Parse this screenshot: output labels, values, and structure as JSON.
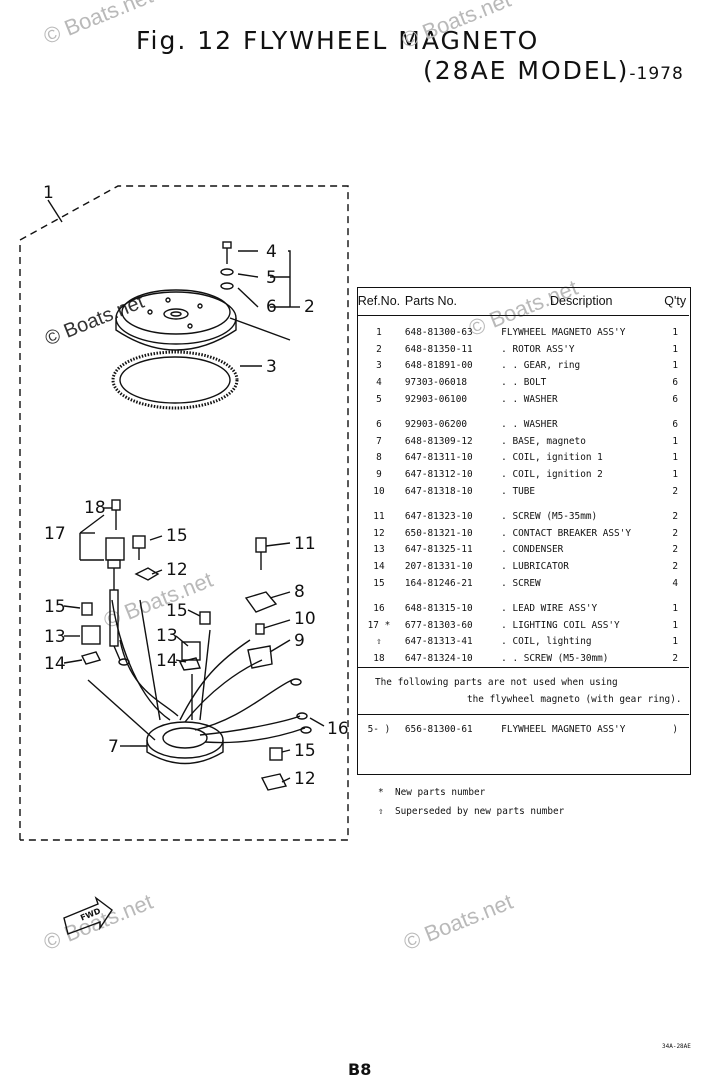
{
  "title": {
    "line1": "Fig. 12  FLYWHEEL  MAGNETO",
    "line2": "(28AE  MODEL)",
    "year": "-1978"
  },
  "watermarks": [
    "© Boats.net",
    "© Boats.net",
    "© Boats.net",
    "© Boats.net",
    "© Boats.net",
    "© Boats.net",
    "© Boats.net"
  ],
  "callouts": {
    "c1": "1",
    "c2": "2",
    "c3": "3",
    "c4": "4",
    "c5": "5",
    "c6": "6",
    "c7": "7",
    "c8": "8",
    "c9": "9",
    "c10": "10",
    "c11": "11",
    "c12a": "12",
    "c12b": "12",
    "c13": "13",
    "c14a": "14",
    "c14b": "14",
    "c15a": "15",
    "c15b": "15",
    "c15c": "15",
    "c13b": "13",
    "c16": "16",
    "c17": "17",
    "c18": "18"
  },
  "fwd_label": "FWD",
  "table": {
    "headers": {
      "ref": "Ref.No.",
      "part": "Parts  No.",
      "desc": "Description",
      "qty": "Q'ty"
    },
    "rows": [
      {
        "ref": "1",
        "part": "648-81300-63",
        "desc": "FLYWHEEL MAGNETO ASS'Y",
        "qty": "1"
      },
      {
        "ref": "2",
        "part": "648-81350-11",
        "desc": ". ROTOR ASS'Y",
        "qty": "1"
      },
      {
        "ref": "3",
        "part": "648-81891-00",
        "desc": ". . GEAR, ring",
        "qty": "1"
      },
      {
        "ref": "4",
        "part": "97303-06018",
        "desc": ". . BOLT",
        "qty": "6"
      },
      {
        "ref": "5",
        "part": "92903-06100",
        "desc": ". . WASHER",
        "qty": "6"
      },
      {
        "ref": "6",
        "part": "92903-06200",
        "desc": ". . WASHER",
        "qty": "6"
      },
      {
        "ref": "7",
        "part": "648-81309-12",
        "desc": ". BASE, magneto",
        "qty": "1"
      },
      {
        "ref": "8",
        "part": "647-81311-10",
        "desc": ". COIL, ignition 1",
        "qty": "1"
      },
      {
        "ref": "9",
        "part": "647-81312-10",
        "desc": ". COIL, ignition 2",
        "qty": "1"
      },
      {
        "ref": "10",
        "part": "647-81318-10",
        "desc": ". TUBE",
        "qty": "2"
      },
      {
        "ref": "11",
        "part": "647-81323-10",
        "desc": ". SCREW (M5-35mm)",
        "qty": "2"
      },
      {
        "ref": "12",
        "part": "650-81321-10",
        "desc": ". CONTACT BREAKER ASS'Y",
        "qty": "2"
      },
      {
        "ref": "13",
        "part": "647-81325-11",
        "desc": ". CONDENSER",
        "qty": "2"
      },
      {
        "ref": "14",
        "part": "207-81331-10",
        "desc": ". LUBRICATOR",
        "qty": "2"
      },
      {
        "ref": "15",
        "part": "164-81246-21",
        "desc": ". SCREW",
        "qty": "4"
      },
      {
        "ref": "16",
        "part": "648-81315-10",
        "desc": ". LEAD WIRE ASS'Y",
        "qty": "1"
      },
      {
        "ref": "17 *",
        "part": "677-81303-60",
        "desc": ". LIGHTING COIL ASS'Y",
        "qty": "1"
      },
      {
        "ref": "⇧",
        "part": "647-81313-41",
        "desc": ". COIL, lighting",
        "qty": "1"
      },
      {
        "ref": "18",
        "part": "647-81324-10",
        "desc": ". . SCREW (M5-30mm)",
        "qty": "2"
      }
    ],
    "note_line1": "The following parts are not used when using",
    "note_line2": "the flywheel magneto (with gear ring).",
    "extra_row": {
      "ref": "5- )",
      "part": "656-81300-61",
      "desc": "FLYWHEEL MAGNETO ASS'Y",
      "qty": ")"
    }
  },
  "legend": [
    {
      "symbol": "*",
      "text": "New parts number"
    },
    {
      "symbol": "⇧",
      "text": "Superseded by new parts number"
    }
  ],
  "page_number": "B8",
  "catalog_code": "34A-28AE"
}
